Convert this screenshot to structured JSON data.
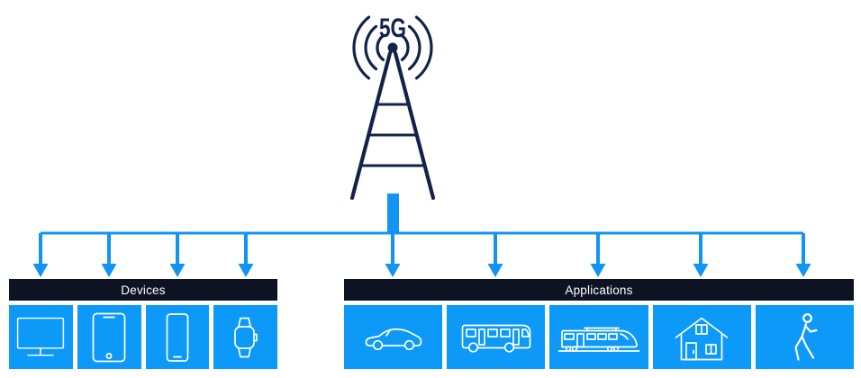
{
  "diagram": {
    "title": "5G network distribution diagram",
    "background": "#ffffff"
  },
  "colors": {
    "navy": "#12234a",
    "accent_blue": "#1194f3",
    "box_blue": "#0c99f8",
    "header_bar_bg": "#0d1322",
    "label_text": "#ffffff",
    "icon_stroke": "#ffffff"
  },
  "tower": {
    "label": "5G",
    "icon": "cell-tower-icon",
    "waves_icon": "radio-waves-icon"
  },
  "devices": {
    "title": "Devices",
    "items": [
      {
        "name": "monitor",
        "icon": "monitor-icon"
      },
      {
        "name": "tablet",
        "icon": "tablet-icon"
      },
      {
        "name": "smartphone",
        "icon": "smartphone-icon"
      },
      {
        "name": "smartwatch",
        "icon": "smartwatch-icon"
      }
    ]
  },
  "applications": {
    "title": "Applications",
    "items": [
      {
        "name": "car",
        "icon": "car-icon"
      },
      {
        "name": "bus",
        "icon": "bus-icon"
      },
      {
        "name": "train",
        "icon": "train-icon"
      },
      {
        "name": "smart-home",
        "icon": "house-icon"
      },
      {
        "name": "pedestrian",
        "icon": "pedestrian-icon"
      }
    ]
  }
}
